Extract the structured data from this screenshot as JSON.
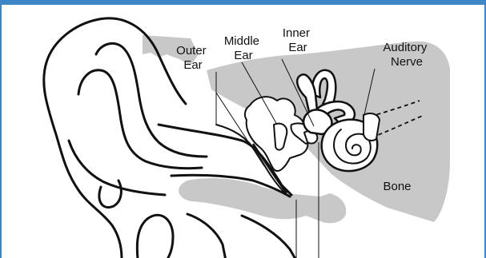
{
  "diagram": {
    "labels": {
      "outer_ear": [
        "Outer",
        "Ear"
      ],
      "middle_ear": [
        "Middle",
        "Ear"
      ],
      "inner_ear": [
        "Inner",
        "Ear"
      ],
      "auditory_nerve": [
        "Auditory",
        "Nerve"
      ],
      "bone": "Bone"
    },
    "colors": {
      "frame": "#3f86c8",
      "bone_fill": "#c8c8c8",
      "ink": "#111111",
      "tissue_fill": "#ffffff"
    }
  }
}
